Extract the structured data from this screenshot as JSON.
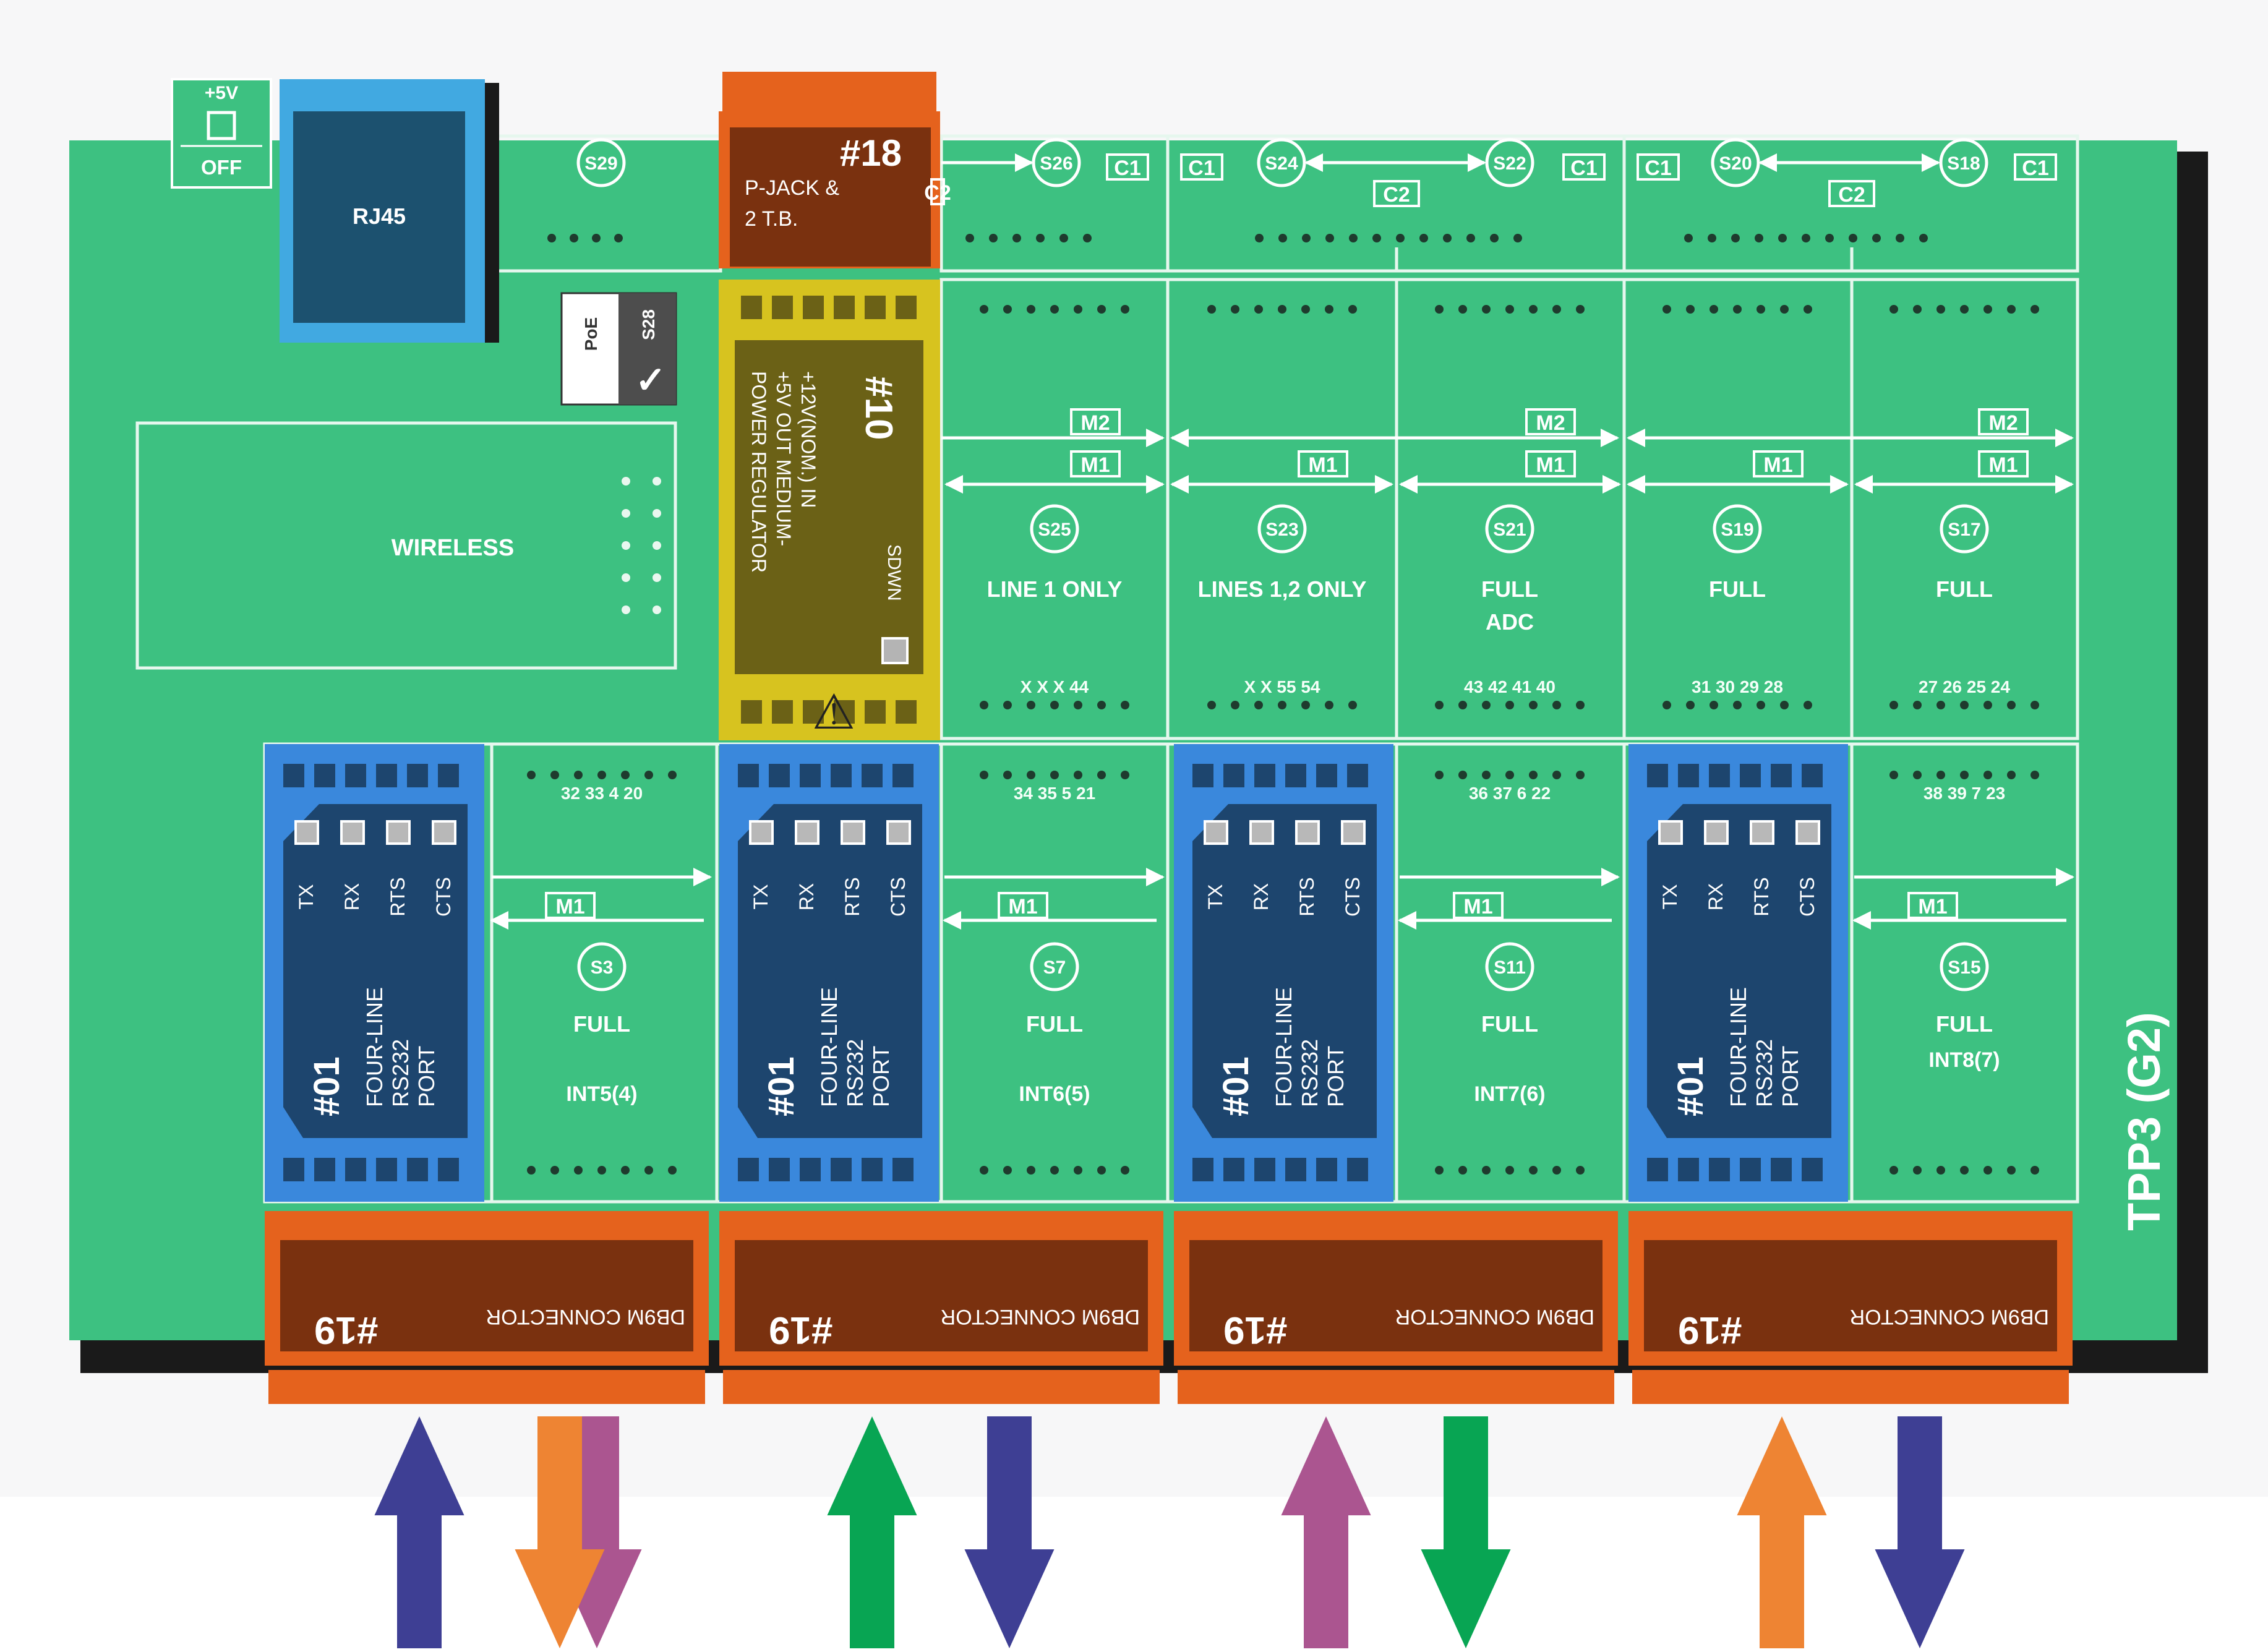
{
  "colors": {
    "board": "#3dc181",
    "board_line": "#e6f7ee",
    "orange_dark": "#7a310f",
    "orange": "#e5621d",
    "olive": "#6b6116",
    "yellow": "#d7c31f",
    "blue_light": "#3a88dc",
    "blue_dark": "#1d456e",
    "rj45_light": "#41a9e1",
    "rj45_dark": "#1c516f",
    "arrow_blue": "#3e3f94",
    "arrow_orange": "#ee8433",
    "arrow_purple": "#ab5590",
    "arrow_green": "#08a553"
  },
  "board": {
    "name": "TPP3 (G2)",
    "switch": {
      "top": "+5V",
      "bottom": "OFF"
    },
    "rj45": "RJ45",
    "wireless": "WIRELESS",
    "poe": {
      "label": "PoE",
      "switch": "S28",
      "check": "✓"
    },
    "top_switches": [
      "S29",
      "S26",
      "S24",
      "S22",
      "S20",
      "S18"
    ],
    "c1": "C1",
    "c2": "C2",
    "m1": "M1",
    "m2": "M2",
    "jack": {
      "number": "#18",
      "line1": "P-JACK &",
      "line2": "2 T.B."
    },
    "regulator": {
      "number": "#10",
      "line1": "+12V(NOM.) IN",
      "line2": "+5V OUT MEDIUM-",
      "line3": "POWER REGULATOR",
      "sdwn": "SDWN",
      "warning": "⚠"
    },
    "upper_slots": [
      {
        "switch": "S25",
        "line1": "LINE 1 ONLY",
        "line2": "",
        "pins": "X  X  X  44"
      },
      {
        "switch": "S23",
        "line1": "LINES 1,2 ONLY",
        "line2": "",
        "pins": "X  X  55  54"
      },
      {
        "switch": "S21",
        "line1": "FULL",
        "line2": "ADC",
        "pins": "43  42  41  40"
      },
      {
        "switch": "S19",
        "line1": "FULL",
        "line2": "",
        "pins": "31  30  29  28"
      },
      {
        "switch": "S17",
        "line1": "FULL",
        "line2": "",
        "pins": "27  26  25  24"
      }
    ],
    "port_modules": [
      {
        "number": "#01",
        "line1": "FOUR-LINE",
        "line2": "RS232",
        "line3": "PORT",
        "signals": [
          "TX",
          "RX",
          "RTS",
          "CTS"
        ]
      },
      {
        "number": "#01",
        "line1": "FOUR-LINE",
        "line2": "RS232",
        "line3": "PORT",
        "signals": [
          "TX",
          "RX",
          "RTS",
          "CTS"
        ]
      },
      {
        "number": "#01",
        "line1": "FOUR-LINE",
        "line2": "RS232",
        "line3": "PORT",
        "signals": [
          "TX",
          "RX",
          "RTS",
          "CTS"
        ]
      },
      {
        "number": "#01",
        "line1": "FOUR-LINE",
        "line2": "RS232",
        "line3": "PORT",
        "signals": [
          "TX",
          "RX",
          "RTS",
          "CTS"
        ]
      }
    ],
    "lower_slots": [
      {
        "pins": "32  33  4  20",
        "switch": "S3",
        "line1": "FULL",
        "int": "INT5(4)"
      },
      {
        "pins": "34  35  5  21",
        "switch": "S7",
        "line1": "FULL",
        "int": "INT6(5)"
      },
      {
        "pins": "36  37  6  22",
        "switch": "S11",
        "line1": "FULL",
        "int": "INT7(6)"
      },
      {
        "pins": "38  39  7  23",
        "switch": "S15",
        "line1": "FULL",
        "int": "INT8(7)"
      }
    ],
    "connectors": [
      {
        "number": "#19",
        "label": "DB9M CONNECTOR"
      },
      {
        "number": "#19",
        "label": "DB9M CONNECTOR"
      },
      {
        "number": "#19",
        "label": "DB9M CONNECTOR"
      },
      {
        "number": "#19",
        "label": "DB9M CONNECTOR"
      }
    ]
  },
  "signal_arrows": [
    {
      "color": "arrow_blue",
      "direction": "up"
    },
    {
      "color": "arrow_purple",
      "direction": "down"
    },
    {
      "color": "arrow_orange",
      "direction": "down"
    },
    {
      "color": "arrow_green",
      "direction": "up"
    },
    {
      "color": "arrow_blue",
      "direction": "down"
    },
    {
      "color": "arrow_purple",
      "direction": "up"
    },
    {
      "color": "arrow_green",
      "direction": "down"
    },
    {
      "color": "arrow_orange",
      "direction": "up"
    },
    {
      "color": "arrow_blue",
      "direction": "down"
    }
  ]
}
